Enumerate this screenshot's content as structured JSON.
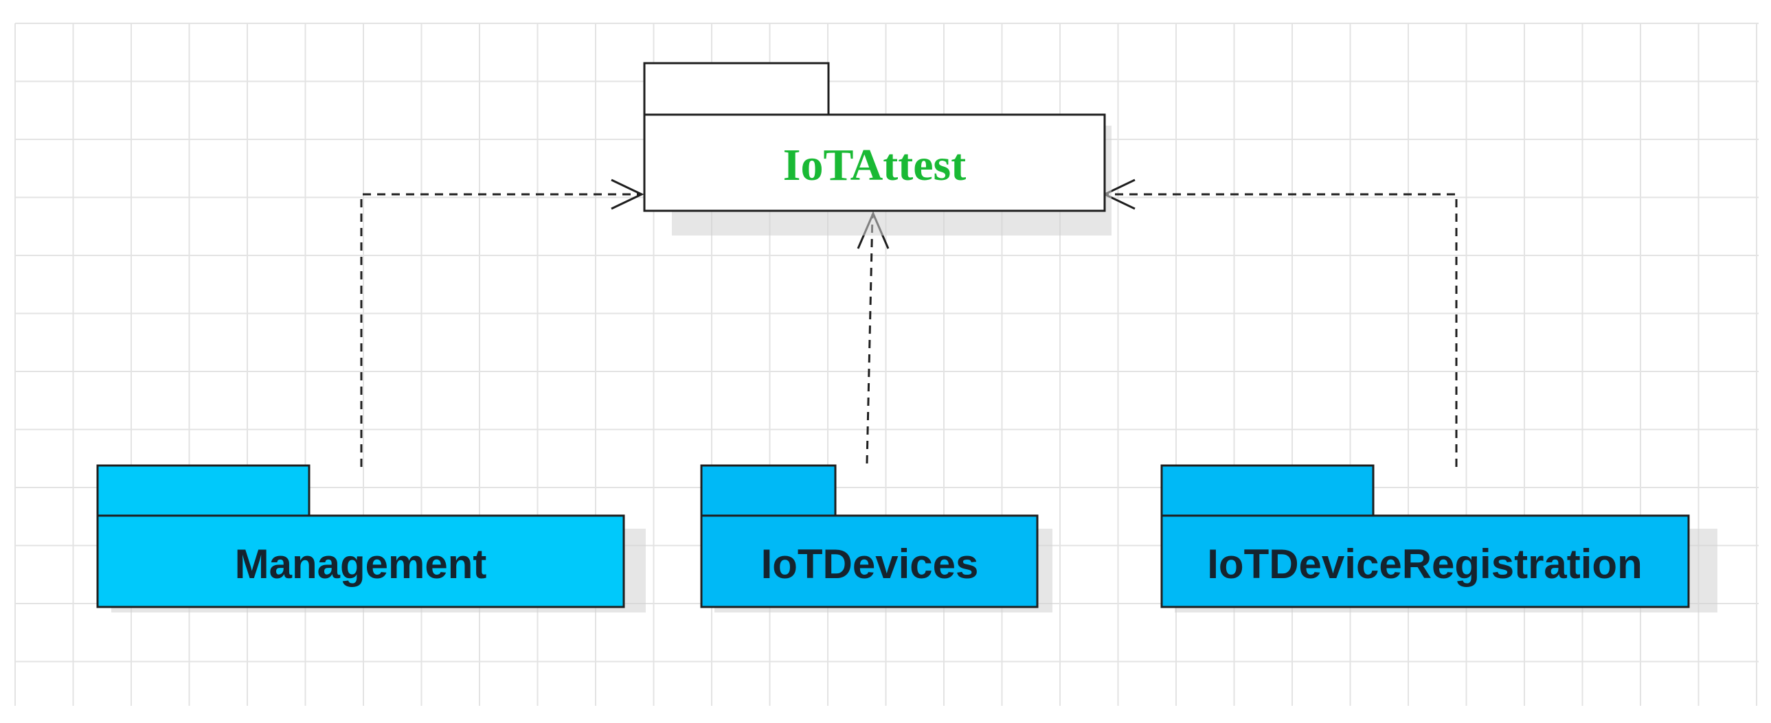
{
  "diagram": {
    "packages": {
      "iotattest": {
        "label": "IoTAttest",
        "fill": "#ffffff",
        "text_color": "#19b934"
      },
      "management": {
        "label": "Management",
        "fill": "#00c9fb",
        "text_color": "#15232e"
      },
      "iotdevices": {
        "label": "IoTDevices",
        "fill": "#00b9f6",
        "text_color": "#15232e"
      },
      "iotdeviceregistration": {
        "label": "IoTDeviceRegistration",
        "fill": "#00b9f6",
        "text_color": "#15232e"
      }
    },
    "dependencies": [
      {
        "from": "Management",
        "to": "IoTAttest",
        "style": "dashed",
        "arrow": "open"
      },
      {
        "from": "IoTDevices",
        "to": "IoTAttest",
        "style": "dashed",
        "arrow": "open"
      },
      {
        "from": "IoTDeviceRegistration",
        "to": "IoTAttest",
        "style": "dashed",
        "arrow": "open"
      }
    ],
    "colors": {
      "grid_line": "#e3e3e3",
      "outline": "#1e1e1e",
      "shadow": "#d2d2d2"
    }
  }
}
